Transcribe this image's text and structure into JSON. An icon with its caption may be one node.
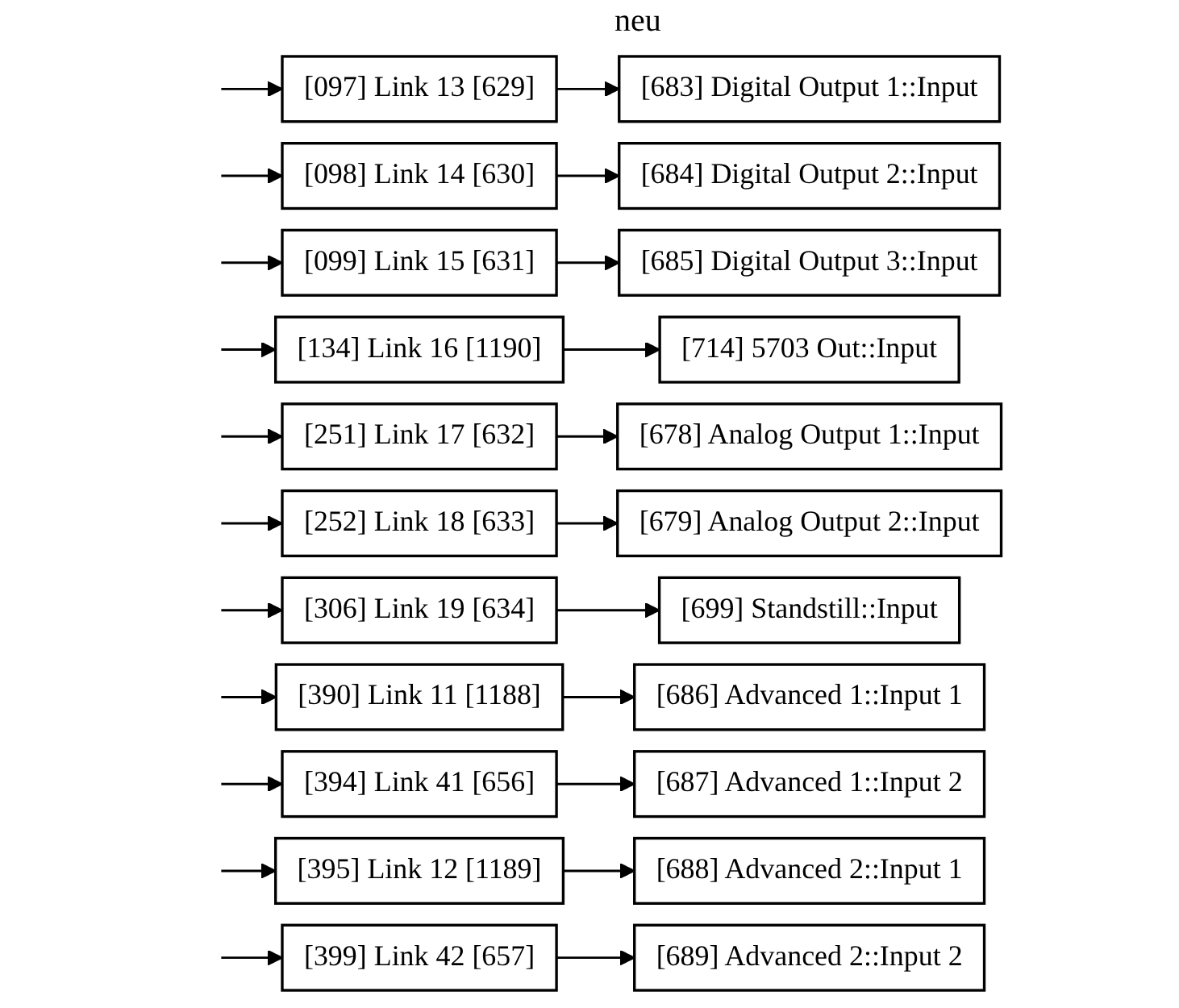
{
  "diagram": {
    "title": "neu",
    "nodes": [
      {
        "text": [
          "[097] Link 13 [629]"
        ]
      },
      {
        "text": [
          "[683] Digital Output 1::Input"
        ]
      },
      {
        "text": [
          "[098] Link 14 [630]"
        ]
      },
      {
        "text": [
          "[684] Digital Output 2::Input"
        ]
      },
      {
        "text": [
          "[099] Link 15 [631]"
        ]
      },
      {
        "text": [
          "[685] Digital Output 3::Input"
        ]
      },
      {
        "text": [
          "[134] Link 16 [1190]"
        ]
      },
      {
        "text": [
          "[714] 5703 Out::Input"
        ]
      },
      {
        "text": [
          "[251] Link 17 [632]"
        ]
      },
      {
        "text": [
          "[678] Analog Output 1::Input"
        ]
      },
      {
        "text": [
          "[252] Link 18 [633]"
        ]
      },
      {
        "text": [
          "[679] Analog Output 2::Input"
        ]
      },
      {
        "text": [
          "[306] Link 19 [634]"
        ]
      },
      {
        "text": [
          "[699] Standstill::Input"
        ]
      },
      {
        "text": [
          "[390] Link 11 [1188]"
        ]
      },
      {
        "text": [
          "[686] Advanced 1::Input 1"
        ]
      },
      {
        "text": [
          "[394] Link 41 [656]"
        ]
      },
      {
        "text": [
          "[687] Advanced 1::Input 2"
        ]
      },
      {
        "text": [
          "[395] Link 12 [1189]"
        ]
      },
      {
        "text": [
          "[688] Advanced 2::Input 1"
        ]
      },
      {
        "text": [
          "[399] Link 42 [657]"
        ]
      },
      {
        "text": [
          "[689] Advanced 2::Input 2"
        ]
      }
    ],
    "edges": [
      {
        "from": null,
        "to": 0,
        "arrow": "to"
      },
      {
        "from": 0,
        "to": 1,
        "arrow": "to"
      },
      {
        "from": null,
        "to": 2,
        "arrow": "to"
      },
      {
        "from": 2,
        "to": 3,
        "arrow": "to"
      },
      {
        "from": null,
        "to": 4,
        "arrow": "to"
      },
      {
        "from": 4,
        "to": 5,
        "arrow": "to"
      },
      {
        "from": null,
        "to": 6,
        "arrow": "to"
      },
      {
        "from": 6,
        "to": 7,
        "arrow": "to"
      },
      {
        "from": null,
        "to": 8,
        "arrow": "to"
      },
      {
        "from": 8,
        "to": 9,
        "arrow": "to"
      },
      {
        "from": null,
        "to": 10,
        "arrow": "to"
      },
      {
        "from": 10,
        "to": 11,
        "arrow": "to"
      },
      {
        "from": null,
        "to": 12,
        "arrow": "to"
      },
      {
        "from": 12,
        "to": 13,
        "arrow": "to"
      },
      {
        "from": null,
        "to": 14,
        "arrow": "to"
      },
      {
        "from": 14,
        "to": 15,
        "arrow": "to"
      },
      {
        "from": null,
        "to": 16,
        "arrow": "to"
      },
      {
        "from": 16,
        "to": 17,
        "arrow": "to"
      },
      {
        "from": null,
        "to": 18,
        "arrow": "to"
      },
      {
        "from": 18,
        "to": 19,
        "arrow": "to"
      },
      {
        "from": null,
        "to": 20,
        "arrow": "to"
      },
      {
        "from": 20,
        "to": 21,
        "arrow": "to"
      }
    ]
  }
}
